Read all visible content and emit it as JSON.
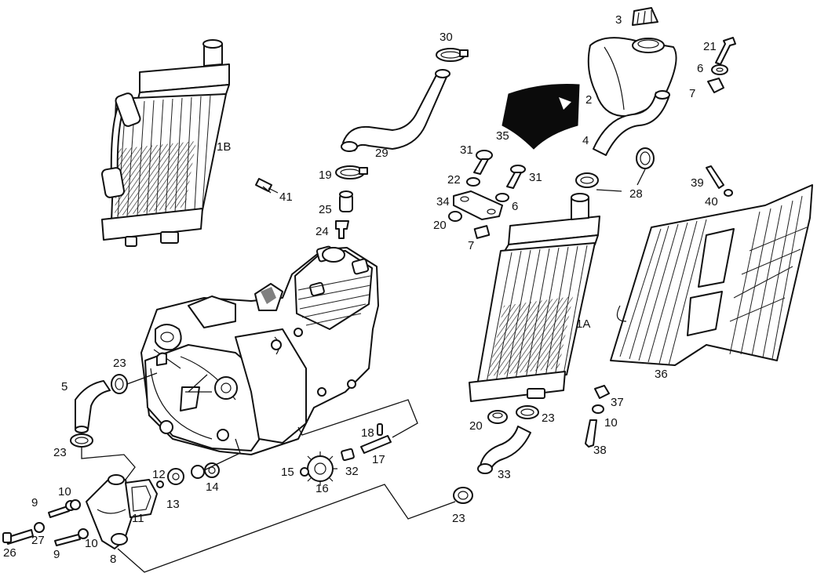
{
  "labels": {
    "l1B": "1B",
    "l41": "41",
    "l30": "30",
    "l29": "29",
    "l19": "19",
    "l25": "25",
    "l24": "24",
    "l3": "3",
    "l2": "2",
    "l35": "35",
    "l4": "4",
    "l21": "21",
    "l6a": "6",
    "l7a": "7",
    "l31a": "31",
    "l31b": "31",
    "l22": "22",
    "l34": "34",
    "l6b": "6",
    "l20a": "20",
    "l7b": "7",
    "l28": "28",
    "l39": "39",
    "l40": "40",
    "l1A": "1A",
    "l36": "36",
    "l23a": "23",
    "l5": "5",
    "l23b": "23",
    "l23c": "23",
    "l23d": "23",
    "l37": "37",
    "l10a": "10",
    "l38": "38",
    "l20b": "20",
    "l33": "33",
    "l18": "18",
    "l17": "17",
    "l15": "15",
    "l16": "16",
    "l32": "32",
    "l12": "12",
    "l13": "13",
    "l14": "14",
    "l11": "11",
    "l9a": "9",
    "l10b": "10",
    "l27": "27",
    "l26": "26",
    "l9b": "9",
    "l10c": "10",
    "l8": "8"
  }
}
